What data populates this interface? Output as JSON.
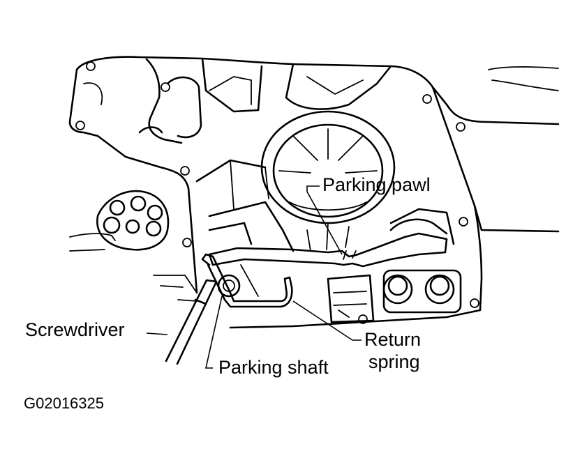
{
  "labels": {
    "parking_pawl": "Parking pawl",
    "screwdriver": "Screwdriver",
    "return_spring_line1": "Return",
    "return_spring_line2": "spring",
    "parking_shaft": "Parking shaft"
  },
  "figure_code": "G02016325",
  "colors": {
    "ink": "#000000",
    "paper": "#ffffff"
  }
}
